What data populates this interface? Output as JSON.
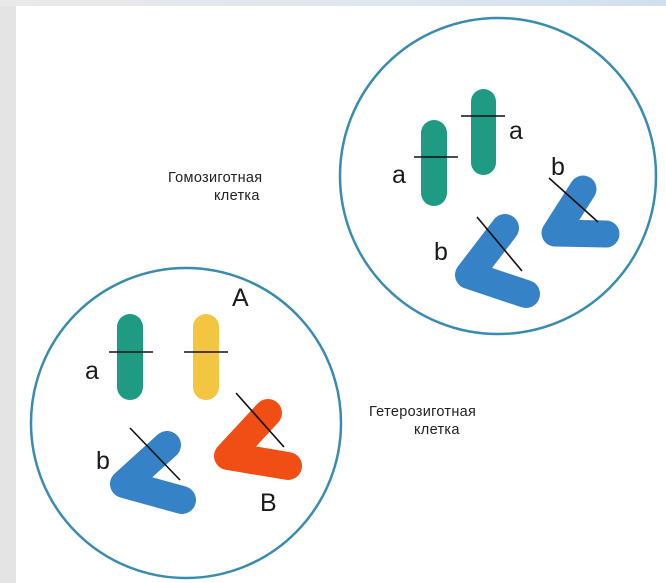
{
  "colors": {
    "cell_outline": "#3a8bb0",
    "green": "#1f9b84",
    "yellow": "#f2c640",
    "blue": "#3582c6",
    "orange": "#f04e14",
    "locus_line": "#111111"
  },
  "homozygous_cell": {
    "caption_line1": "Гомозиготная",
    "caption_line2": "клетка",
    "chromosomes": [
      {
        "shape": "rod",
        "color": "green",
        "label": "a"
      },
      {
        "shape": "rod",
        "color": "green",
        "label": "a"
      },
      {
        "shape": "bent",
        "color": "blue",
        "label": "b"
      },
      {
        "shape": "bent",
        "color": "blue",
        "label": "b"
      }
    ]
  },
  "heterozygous_cell": {
    "caption_line1": "Гетерозиготная",
    "caption_line2": "клетка",
    "chromosomes": [
      {
        "shape": "rod",
        "color": "green",
        "label": "a"
      },
      {
        "shape": "rod",
        "color": "yellow",
        "label": "A"
      },
      {
        "shape": "bent",
        "color": "blue",
        "label": "b"
      },
      {
        "shape": "bent",
        "color": "orange",
        "label": "B"
      }
    ]
  }
}
